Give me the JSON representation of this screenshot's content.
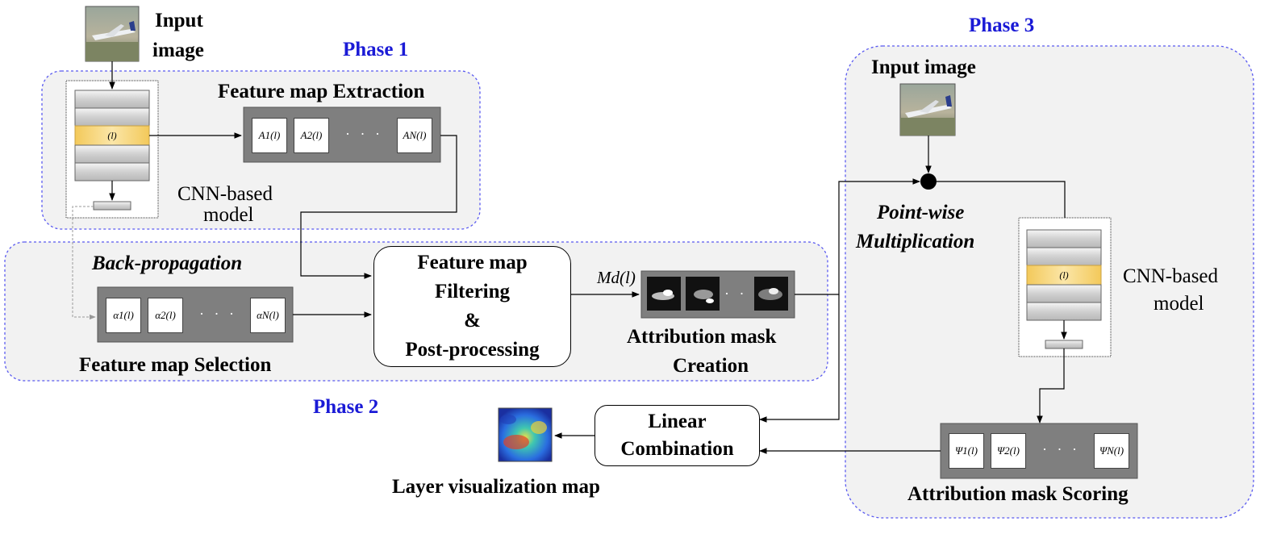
{
  "phases": {
    "phase1": "Phase 1",
    "phase2": "Phase 2",
    "phase3": "Phase 3"
  },
  "phase1": {
    "input_label_line1": "Input",
    "input_label_line2": "image",
    "extraction_title": "Feature map Extraction",
    "model_label_line1": "CNN-based",
    "model_label_line2": "model",
    "layer_marker": "(l)",
    "feature_maps": [
      "A1(l)",
      "A2(l)",
      "AN(l)"
    ],
    "ellipsis": "· · ·"
  },
  "phase2": {
    "backprop_label": "Back-propagation",
    "alphas": [
      "α1(l)",
      "α2(l)",
      "αN(l)"
    ],
    "selection_label": "Feature map Selection",
    "filter_box_lines": [
      "Feature map",
      "Filtering",
      "&",
      "Post-processing"
    ],
    "mask_symbol": "Md(l)",
    "mask_caption_line1": "Attribution mask",
    "mask_caption_line2": "Creation",
    "mask_ellipsis": "· · ·"
  },
  "phase3": {
    "input_label": "Input image",
    "pointwise_line1": "Point-wise",
    "pointwise_line2": "Multiplication",
    "model_label_line1": "CNN-based",
    "model_label_line2": "model",
    "layer_marker": "(l)",
    "scores": [
      "Ψ1(l)",
      "Ψ2(l)",
      "ΨN(l)"
    ],
    "scores_ellipsis": "· · ·",
    "scoring_label": "Attribution mask Scoring"
  },
  "output": {
    "linear_line1": "Linear",
    "linear_line2": "Combination",
    "vis_label": "Layer visualization map"
  },
  "colors": {
    "phase_text": "#1a1ad6",
    "dashed_border": "#5a5af0",
    "panel_fill": "#f2f2f2",
    "dark_box": "#7f7f7f",
    "layer_highlight": "#f7d27a"
  },
  "icons": [
    "airplane-photo-thumbnail",
    "heatmap-thumbnail",
    "attribution-mask-thumbnail"
  ]
}
